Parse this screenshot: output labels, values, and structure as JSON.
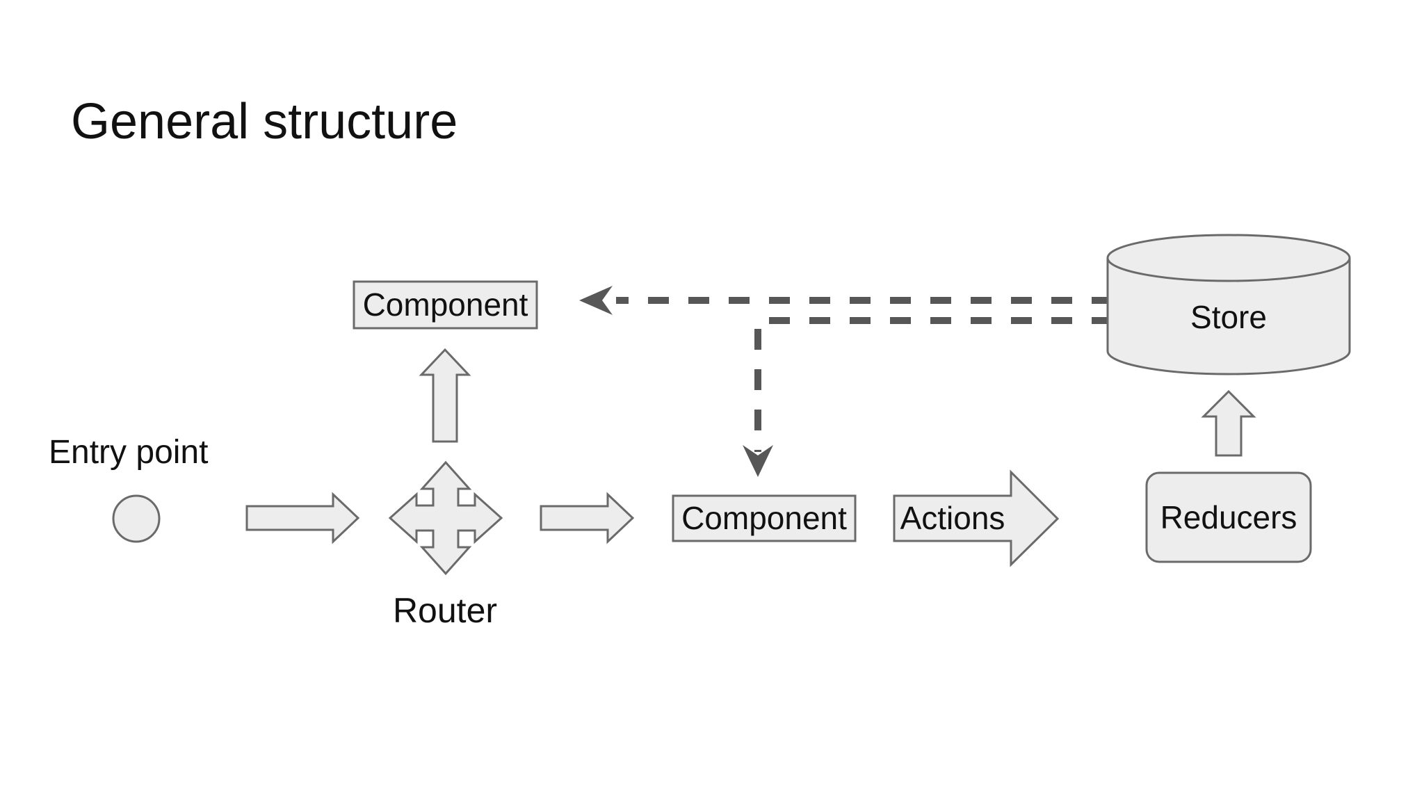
{
  "slide_title": "General structure",
  "nodes": {
    "entry_point_label": "Entry point",
    "router_label": "Router",
    "component_top_label": "Component",
    "component_main_label": "Component",
    "actions_label": "Actions",
    "reducers_label": "Reducers",
    "store_label": "Store"
  },
  "colors": {
    "background": "#ffffff",
    "shape_fill": "#ededed",
    "shape_stroke": "#6a6a6a",
    "dashed_line": "#575757",
    "text": "#111111"
  }
}
